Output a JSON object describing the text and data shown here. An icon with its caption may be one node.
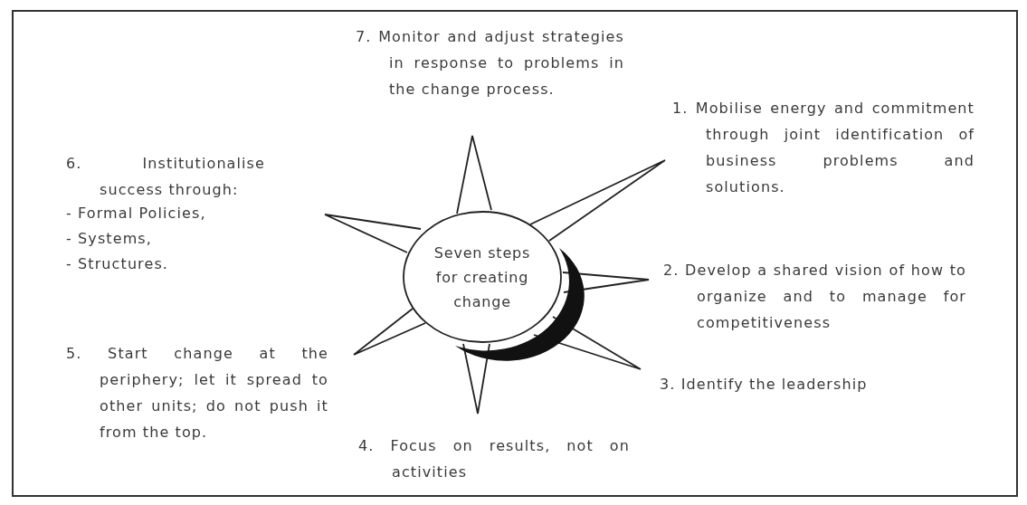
{
  "diagram": {
    "nodes": [
      {
        "text": [
          "Seven steps for creating change"
        ]
      }
    ],
    "labels": [
      "7. Monitor and adjust strategies in response to problems in the change process.",
      "1. Mobilise energy and commitment through joint identification of business problems and solutions.",
      "6. Institutionalise success through:",
      "- Formal Policies,",
      "- Systems,",
      "- Structures.",
      "2. Develop a shared vision of how to organize and to manage for competitiveness",
      "5. Start change at the periphery; let it spread to other units; do not push it from the top.",
      "3. Identify the leadership",
      "4. Focus on results, not on activities"
    ]
  }
}
